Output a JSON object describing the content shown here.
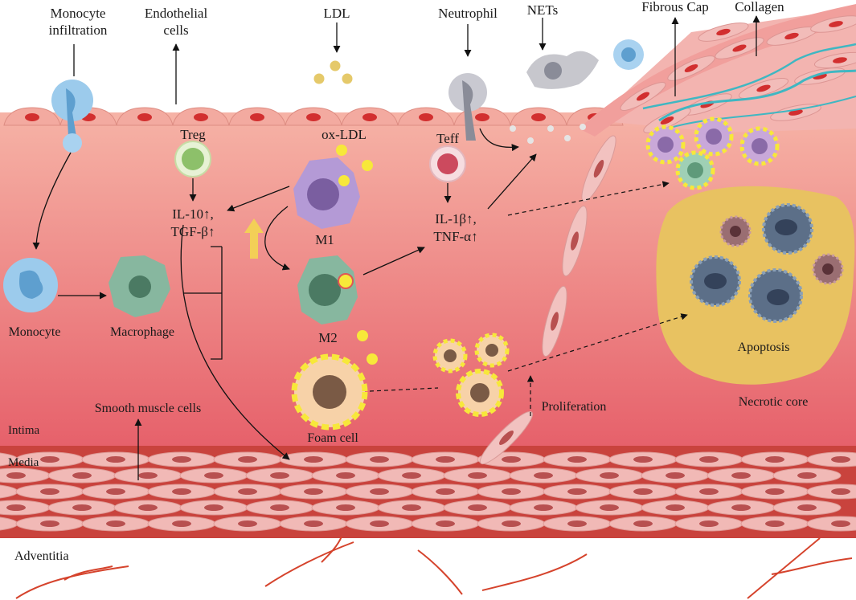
{
  "labels": {
    "monocyte_infiltration_1": "Monocyte",
    "monocyte_infiltration_2": "infiltration",
    "endothelial_1": "Endothelial",
    "endothelial_2": "cells",
    "ldl": "LDL",
    "neutrophil": "Neutrophil",
    "nets": "NETs",
    "fibrous_cap": "Fibrous Cap",
    "collagen": "Collagen",
    "treg": "Treg",
    "ox_ldl": "ox-LDL",
    "teff": "Teff",
    "il10_1": "IL-10↑,",
    "il10_2": "TGF-β↑",
    "m1": "M1",
    "m2": "M2",
    "il1b_1": "IL-1β↑,",
    "il1b_2": "TNF-α↑",
    "monocyte": "Monocyte",
    "macrophage": "Macrophage",
    "foam_cell": "Foam cell",
    "smooth_muscle": "Smooth muscle cells",
    "proliferation": "Proliferation",
    "apoptosis": "Apoptosis",
    "necrotic_core": "Necrotic core",
    "intima": "Intima",
    "media": "Media",
    "adventitia": "Adventitia"
  },
  "colors": {
    "intima_top": "#f6b3a6",
    "intima_bottom": "#e6606a",
    "media": "#c9433d",
    "muscle_cell": "#f1b9b6",
    "muscle_nucleus": "#b85050",
    "endothelium": "#f3aaa0",
    "endothelium_nucleus": "#d22f2f",
    "lipid": "#f7e83a",
    "necrotic_core": "#e8c261",
    "monocyte": "#8fc1e6",
    "macrophage": "#87b79f",
    "m1": "#b49ad6",
    "foam_cell": "#f7d2a8",
    "apoptotic_cell": "#5c6f88",
    "vessel": "#d5432c"
  }
}
